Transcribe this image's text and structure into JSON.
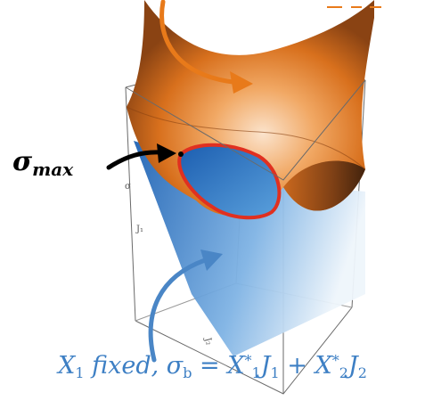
{
  "annotations": {
    "sigma_max": {
      "main": "σ",
      "sub": "max"
    },
    "equation": {
      "X": "X",
      "X_sub": "1",
      "fixed": " fixed, σ",
      "b_sub": "b",
      "eq": " = X",
      "X1_sub": "1",
      "X1_sup": "*",
      "J": "J",
      "J1_sub": "1",
      "plus": " + X",
      "X2_sub": "2",
      "X2_sup": "*",
      "J2": "J",
      "J2_sub": "2"
    }
  },
  "axes": {
    "sigma": "σ",
    "j1": "J₁",
    "j2": "J₂"
  },
  "colors": {
    "surface_orange": "#e07a1c",
    "surface_dark": "#5a2f10",
    "plane_blue": "#2f78c2",
    "intersection_red": "#e03020",
    "arrow_orange": "#e87a1a",
    "arrow_blue": "#4a86c6",
    "arrow_black": "#000000",
    "text_blue": "#3d7fc4"
  }
}
